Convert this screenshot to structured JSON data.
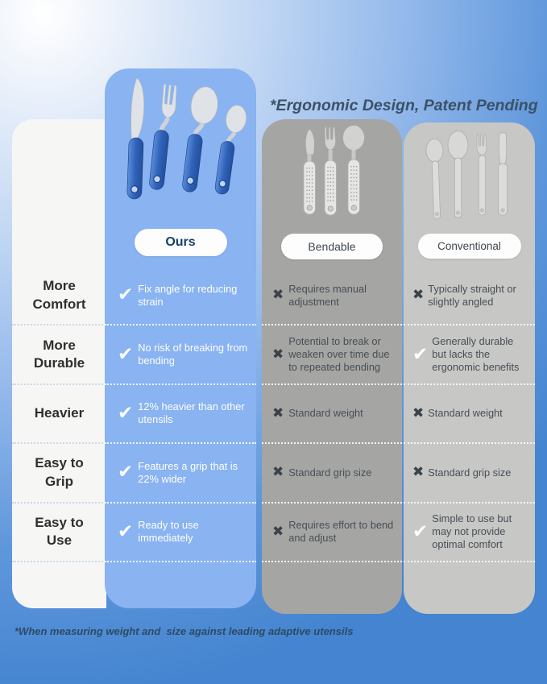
{
  "title": "*Ergonomic Design, Patent Pending",
  "footnote": "*When measuring weight and  size against leading adaptive utensils",
  "images": {
    "ours": "blue-angled-adaptive-utensils-photo",
    "bendable": "bendable-perforated-silver-utensils-photo",
    "conventional": "straight-silver-utensils-photo"
  },
  "colors": {
    "ours_panel": "#89b3f1",
    "bendable_panel": "#a5a5a3",
    "conventional_panel": "#c7c7c5",
    "label_panel": "#f6f7f5",
    "background_top": "#ffffff",
    "background_bottom": "#4484d0",
    "title_text": "#3b5166",
    "check_mark": "#ffffff",
    "cross_mark": "#3a424a",
    "handle_blue": "#2f62b8"
  },
  "chart_data": {
    "type": "table",
    "title": "*Ergonomic Design, Patent Pending",
    "footnote": "*When measuring weight and  size against leading adaptive utensils",
    "columns": [
      {
        "id": "ours",
        "label": "Ours"
      },
      {
        "id": "bendable",
        "label": "Bendable"
      },
      {
        "id": "conventional",
        "label": "Conventional"
      }
    ],
    "rows": [
      {
        "label": "More Comfort",
        "ours": {
          "mark": "check",
          "text": "Fix angle for reducing strain"
        },
        "bendable": {
          "mark": "cross",
          "text": "Requires manual adjustment"
        },
        "conventional": {
          "mark": "cross",
          "text": "Typically straight or slightly angled"
        }
      },
      {
        "label": "More Durable",
        "ours": {
          "mark": "check",
          "text": "No risk of breaking from bending"
        },
        "bendable": {
          "mark": "cross",
          "text": "Potential to break or weaken over time due to repeated bending"
        },
        "conventional": {
          "mark": "check",
          "text": "Generally durable but lacks the ergonomic benefits"
        }
      },
      {
        "label": "Heavier",
        "ours": {
          "mark": "check",
          "text": "12% heavier than other utensils"
        },
        "bendable": {
          "mark": "cross",
          "text": "Standard weight"
        },
        "conventional": {
          "mark": "cross",
          "text": "Standard weight"
        }
      },
      {
        "label": "Easy to Grip",
        "ours": {
          "mark": "check",
          "text": "Features a grip that is 22% wider"
        },
        "bendable": {
          "mark": "cross",
          "text": "Standard grip size"
        },
        "conventional": {
          "mark": "cross",
          "text": "Standard grip size"
        }
      },
      {
        "label": "Easy to Use",
        "ours": {
          "mark": "check",
          "text": "Ready to use immediately"
        },
        "bendable": {
          "mark": "cross",
          "text": "Requires effort to bend and adjust"
        },
        "conventional": {
          "mark": "check",
          "text": "Simple to use but may not provide optimal comfort"
        }
      }
    ]
  }
}
